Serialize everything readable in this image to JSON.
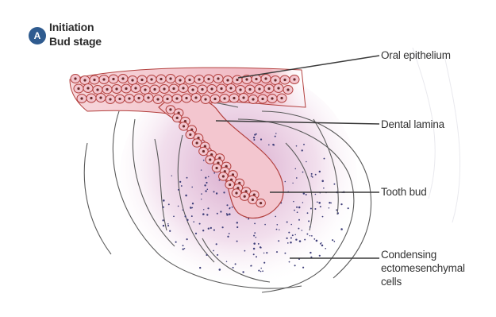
{
  "panel": {
    "letter": "A",
    "title_line1": "Initiation",
    "title_line2": "Bud stage"
  },
  "labels": {
    "oral_epithelium": "Oral epithelium",
    "dental_lamina": "Dental lamina",
    "tooth_bud": "Tooth bud",
    "condensing_line1": "Condensing",
    "condensing_line2": "ectomesenchymal",
    "condensing_line3": "cells"
  },
  "colors": {
    "badge": "#2f5b8f",
    "cell_fill": "#f3c6cf",
    "cell_outline": "#b3413f",
    "mesenchyme_tint": "#c98ab8",
    "line": "#3a3a3a"
  }
}
